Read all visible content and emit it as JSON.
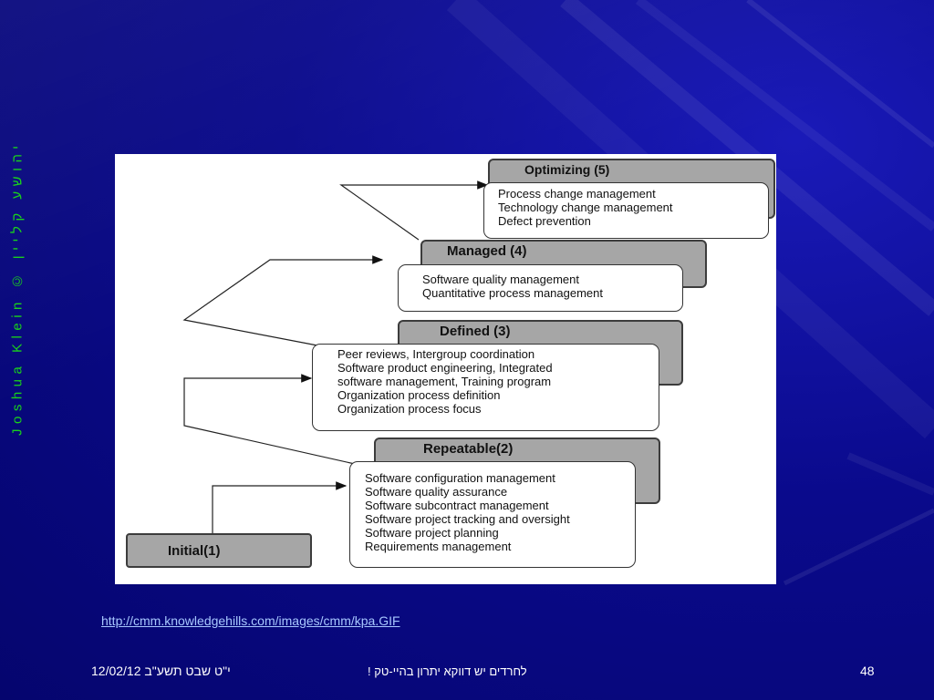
{
  "side_credit": "Joshua Klein © יהושע קליין",
  "diagram": {
    "levels": {
      "optimizing": "Optimizing (5)",
      "managed": "Managed (4)",
      "defined": "Defined (3)",
      "repeatable": "Repeatable(2)",
      "initial": "Initial(1)"
    },
    "kpa": {
      "optimizing": [
        "Process change management",
        "Technology change management",
        "Defect prevention"
      ],
      "managed": [
        "Software quality management",
        "Quantitative process management"
      ],
      "defined": [
        "Peer reviews, Intergroup coordination",
        "Software product engineering, Integrated",
        "software management, Training program",
        "Organization process definition",
        "Organization process focus"
      ],
      "repeatable": [
        "Software configuration management",
        "Software quality assurance",
        "Software subcontract management",
        "Software project tracking and oversight",
        "Software project planning",
        "Requirements management"
      ]
    }
  },
  "source_link": "http://cmm.knowledgehills.com/images/cmm/kpa.GIF",
  "footer": {
    "date": "י\"ט שבט תשע\"ב 12/02/12",
    "center": "לחרדים יש דווקא יתרון בהיי-טק !",
    "page": "48"
  }
}
